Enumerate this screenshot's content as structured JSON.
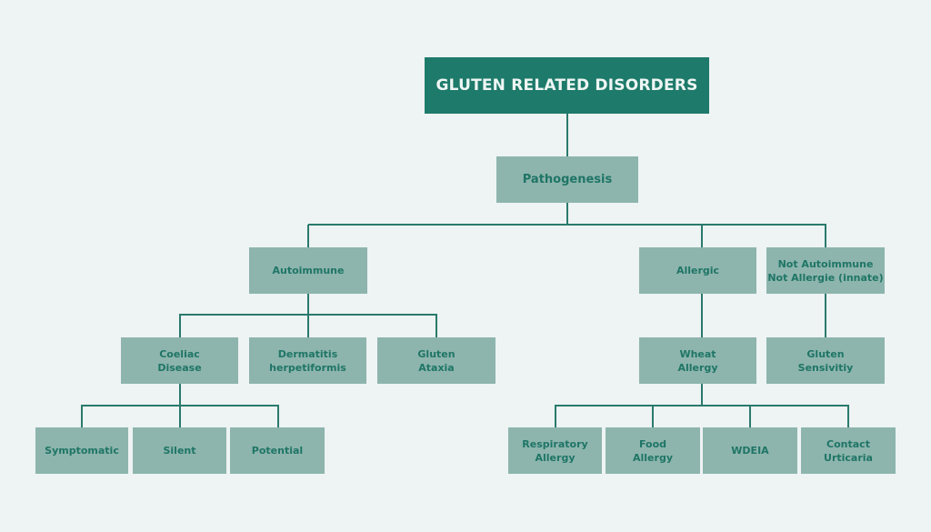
{
  "colors": {
    "background": "#eef3f3",
    "root_fill": "#1e7a6a",
    "node_fill": "#8db5ad",
    "node_text": "#1f7566",
    "line": "#2a7a6c"
  },
  "root": {
    "label": "GLUTEN RELATED DISORDERS"
  },
  "level1": {
    "label": "Pathogenesis"
  },
  "level2": [
    {
      "label": "Autoimmune"
    },
    {
      "label": "Allergic"
    },
    {
      "label": "Not Autoimmune\nNot Allergie (innate)"
    }
  ],
  "level3": [
    {
      "label": "Coeliac\nDisease"
    },
    {
      "label": "Dermatitis\nherpetiformis"
    },
    {
      "label": "Gluten\nAtaxia"
    },
    {
      "label": "Wheat\nAllergy"
    },
    {
      "label": "Gluten\nSensivitiy"
    }
  ],
  "level4": [
    {
      "label": "Symptomatic"
    },
    {
      "label": "Silent"
    },
    {
      "label": "Potential"
    },
    {
      "label": "Respiratory\nAllergy"
    },
    {
      "label": "Food\nAllergy"
    },
    {
      "label": "WDEIA"
    },
    {
      "label": "Contact\nUrticaria"
    }
  ]
}
